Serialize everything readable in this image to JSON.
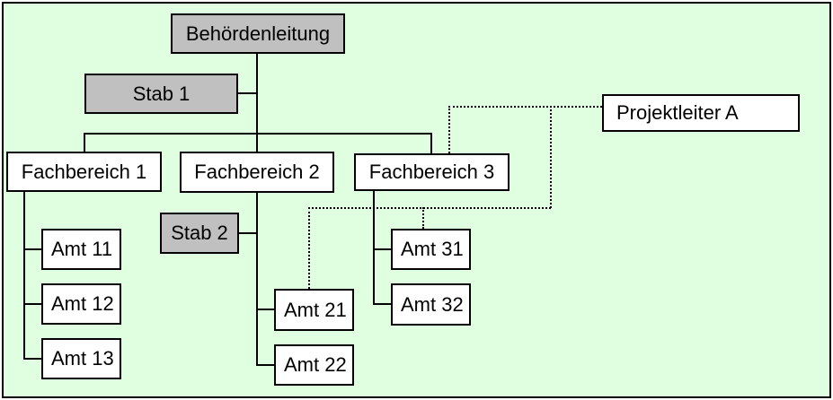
{
  "colors": {
    "bg": "#e0ffe0",
    "box_gray": "#c0c0c0",
    "box_white": "#ffffff",
    "line": "#000000"
  },
  "diagram": {
    "nodes": {
      "behoerdenleitung": {
        "label": "Behördenleitung",
        "fill": "gray"
      },
      "stab1": {
        "label": "Stab 1",
        "fill": "gray"
      },
      "stab2": {
        "label": "Stab 2",
        "fill": "gray"
      },
      "fachbereich1": {
        "label": "Fachbereich 1",
        "fill": "white"
      },
      "fachbereich2": {
        "label": "Fachbereich 2",
        "fill": "white"
      },
      "fachbereich3": {
        "label": "Fachbereich 3",
        "fill": "white"
      },
      "amt11": {
        "label": "Amt 11",
        "fill": "white"
      },
      "amt12": {
        "label": "Amt 12",
        "fill": "white"
      },
      "amt13": {
        "label": "Amt 13",
        "fill": "white"
      },
      "amt21": {
        "label": "Amt 21",
        "fill": "white"
      },
      "amt22": {
        "label": "Amt 22",
        "fill": "white"
      },
      "amt31": {
        "label": "Amt 31",
        "fill": "white"
      },
      "amt32": {
        "label": "Amt 32",
        "fill": "white"
      },
      "projektleiterA": {
        "label": "Projektleiter A",
        "fill": "white"
      }
    },
    "edges": [
      {
        "from": "Behördenleitung",
        "to": "Stab 1",
        "style": "solid"
      },
      {
        "from": "Behördenleitung",
        "to": "Fachbereich 1",
        "style": "solid"
      },
      {
        "from": "Behördenleitung",
        "to": "Fachbereich 2",
        "style": "solid"
      },
      {
        "from": "Behördenleitung",
        "to": "Fachbereich 3",
        "style": "solid"
      },
      {
        "from": "Fachbereich 1",
        "to": "Amt 11",
        "style": "solid"
      },
      {
        "from": "Fachbereich 1",
        "to": "Amt 12",
        "style": "solid"
      },
      {
        "from": "Fachbereich 1",
        "to": "Amt 13",
        "style": "solid"
      },
      {
        "from": "Fachbereich 2",
        "to": "Stab 2",
        "style": "solid"
      },
      {
        "from": "Fachbereich 2",
        "to": "Amt 21",
        "style": "solid"
      },
      {
        "from": "Fachbereich 2",
        "to": "Amt 22",
        "style": "solid"
      },
      {
        "from": "Fachbereich 3",
        "to": "Amt 31",
        "style": "solid"
      },
      {
        "from": "Fachbereich 3",
        "to": "Amt 32",
        "style": "solid"
      },
      {
        "from": "Projektleiter A",
        "to": "Fachbereich 3",
        "style": "dotted"
      },
      {
        "from": "Projektleiter A",
        "to": "Amt 21",
        "style": "dotted"
      },
      {
        "from": "Projektleiter A",
        "to": "Amt 31",
        "style": "dotted"
      }
    ]
  }
}
